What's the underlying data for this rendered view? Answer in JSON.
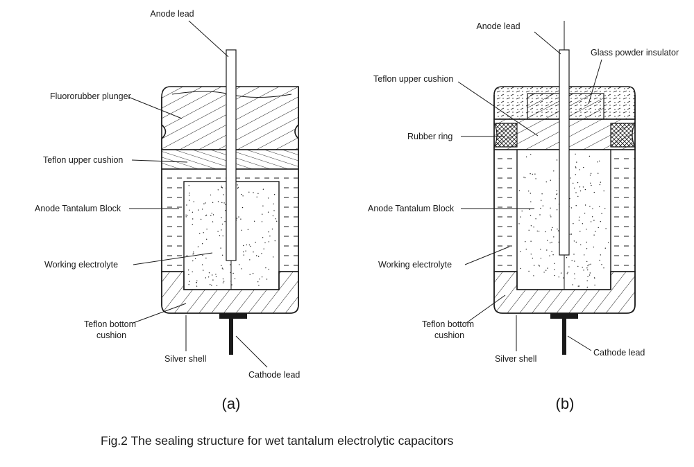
{
  "diagram_a": {
    "subcaption": "(a)",
    "labels": {
      "anode_lead": "Anode lead",
      "fluororubber_plunger": "Fluororubber plunger",
      "teflon_upper_cushion": "Teflon upper cushion",
      "anode_tantalum_block": "Anode Tantalum Block",
      "working_electrolyte": "Working electrolyte",
      "teflon_bottom_cushion_1": "Teflon bottom",
      "teflon_bottom_cushion_2": "cushion",
      "silver_shell": "Silver shell",
      "cathode_lead": "Cathode lead"
    }
  },
  "diagram_b": {
    "subcaption": "(b)",
    "labels": {
      "anode_lead": "Anode lead",
      "glass_powder_insulator": "Glass powder insulator",
      "teflon_upper_cushion": "Teflon upper cushion",
      "rubber_ring": "Rubber  ring",
      "anode_tantalum_block": "Anode Tantalum Block",
      "working_electrolyte": "Working electrolyte",
      "teflon_bottom_cushion_1": "Teflon bottom",
      "teflon_bottom_cushion_2": "cushion",
      "silver_shell": "Silver shell",
      "cathode_lead": "Cathode lead"
    }
  },
  "figure_caption": "Fig.2  The sealing structure for wet tantalum electrolytic capacitors"
}
